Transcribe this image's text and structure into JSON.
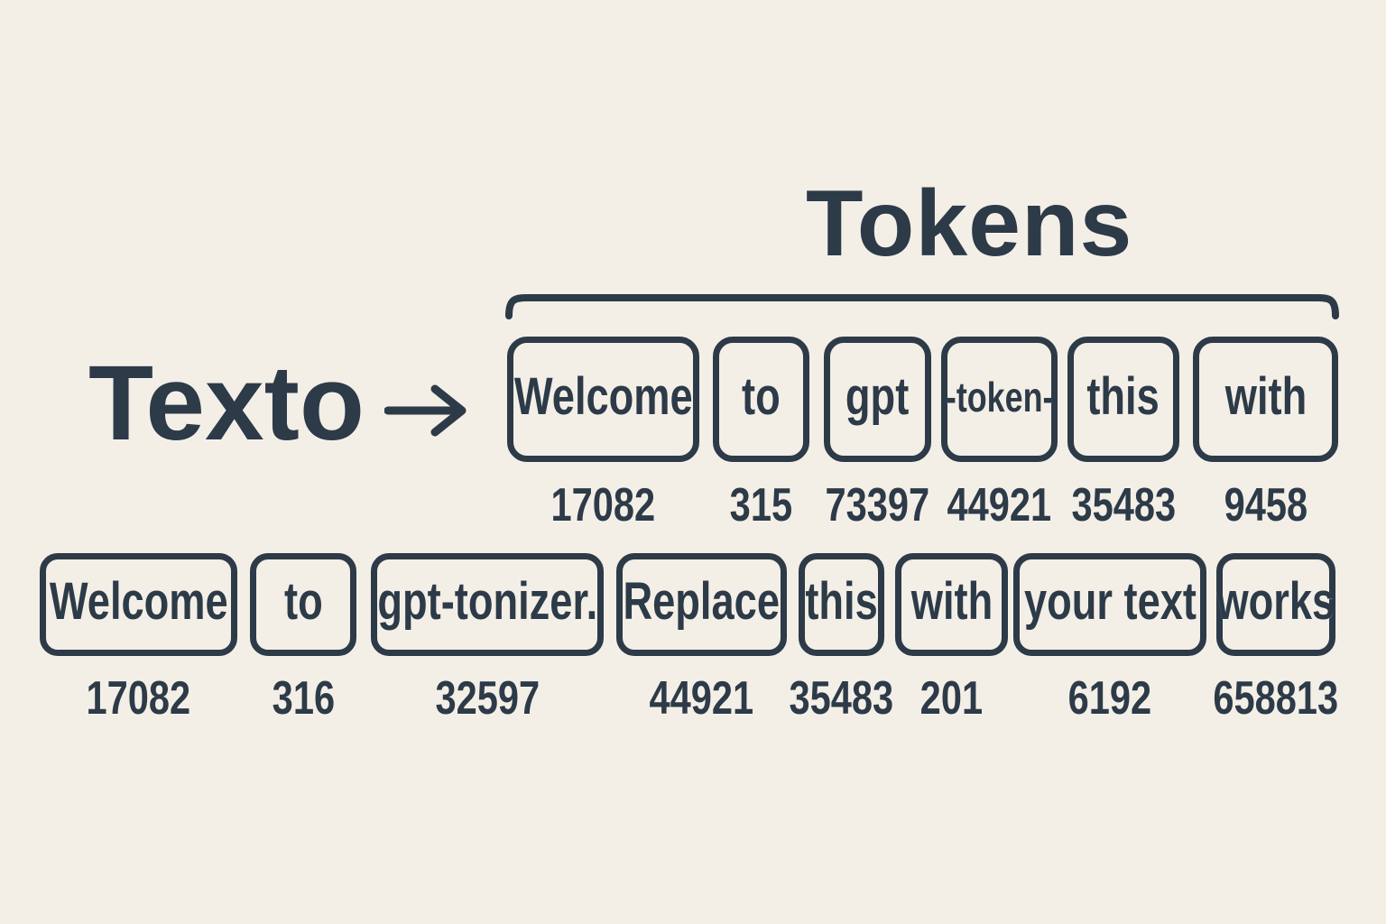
{
  "diagram": {
    "title": "Tokens",
    "input_label": "Texto",
    "arrow_symbol": "→"
  },
  "colors": {
    "background": "#f3efe6",
    "ink": "#2d3a48"
  },
  "top_row": {
    "tokens": [
      {
        "label": "Welcome",
        "id": "17082"
      },
      {
        "label": "to",
        "id": "315"
      },
      {
        "label": "gpt",
        "id": "73397"
      },
      {
        "label": "-token-",
        "id": "44921"
      },
      {
        "label": "this",
        "id": "35483"
      },
      {
        "label": "with",
        "id": "9458"
      }
    ]
  },
  "bottom_row": {
    "tokens": [
      {
        "label": "Welcome",
        "id": "17082"
      },
      {
        "label": "to",
        "id": "316"
      },
      {
        "label": "gpt-tonizer.",
        "id": "32597"
      },
      {
        "label": "Replace",
        "id": "44921"
      },
      {
        "label": "this",
        "id": "35483"
      },
      {
        "label": "with",
        "id": "201"
      },
      {
        "label": "your text",
        "id": "6192"
      },
      {
        "label": "works",
        "id": "658813"
      }
    ]
  }
}
